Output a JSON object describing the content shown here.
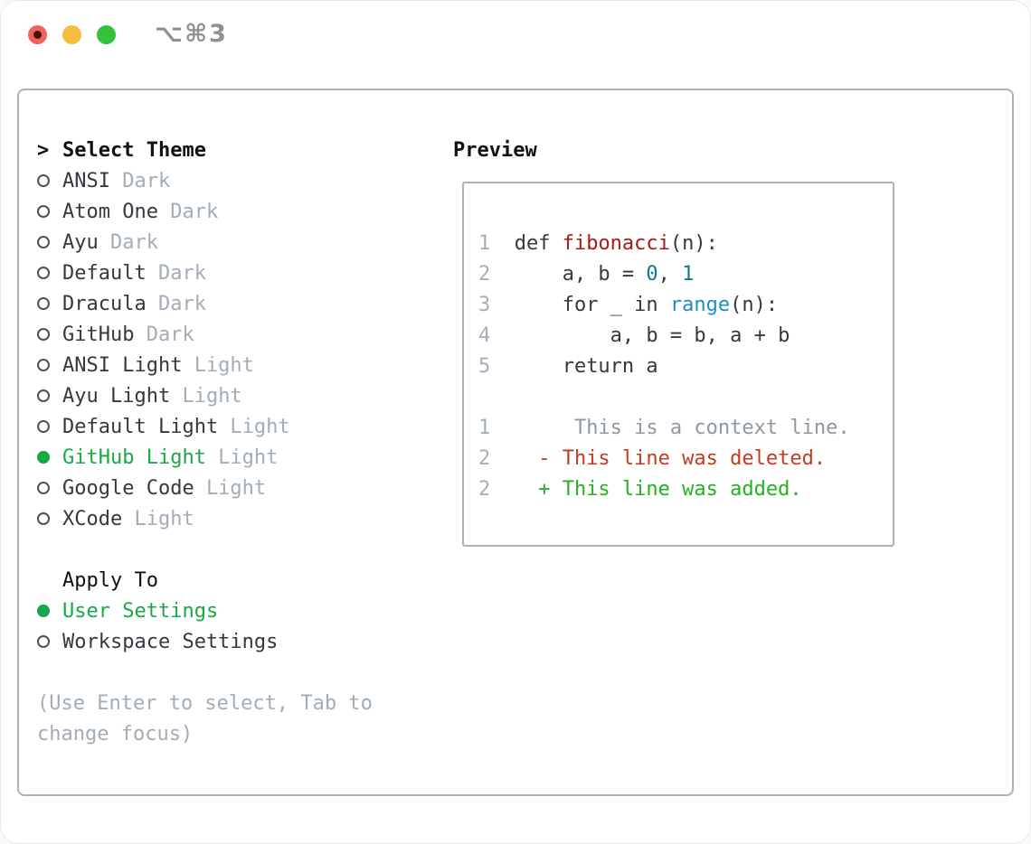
{
  "titlebar": {
    "title": "⌥⌘3",
    "traffic_lights": [
      {
        "name": "close-button",
        "color": "#f0635a"
      },
      {
        "name": "minimize-button",
        "color": "#f6bc3e"
      },
      {
        "name": "zoom-button",
        "color": "#33c13e"
      }
    ]
  },
  "panel": {
    "select_theme": {
      "marker": ">",
      "heading": "Select Theme",
      "themes": [
        {
          "name": "ANSI",
          "variant": "Dark",
          "selected": false
        },
        {
          "name": "Atom One",
          "variant": "Dark",
          "selected": false
        },
        {
          "name": "Ayu",
          "variant": "Dark",
          "selected": false
        },
        {
          "name": "Default",
          "variant": "Dark",
          "selected": false
        },
        {
          "name": "Dracula",
          "variant": "Dark",
          "selected": false
        },
        {
          "name": "GitHub",
          "variant": "Dark",
          "selected": false
        },
        {
          "name": "ANSI Light",
          "variant": "Light",
          "selected": false
        },
        {
          "name": "Ayu Light",
          "variant": "Light",
          "selected": false
        },
        {
          "name": "Default Light",
          "variant": "Light",
          "selected": false
        },
        {
          "name": "GitHub Light",
          "variant": "Light",
          "selected": true
        },
        {
          "name": "Google Code",
          "variant": "Light",
          "selected": false
        },
        {
          "name": "XCode",
          "variant": "Light",
          "selected": false
        }
      ]
    },
    "apply_to": {
      "heading": "Apply To",
      "options": [
        {
          "label": "User Settings",
          "selected": true
        },
        {
          "label": "Workspace Settings",
          "selected": false
        }
      ]
    },
    "hint_lines": [
      "(Use Enter to select, Tab to",
      "change focus)"
    ]
  },
  "preview": {
    "heading": "Preview",
    "code_lines": [
      {
        "num": "1",
        "segments": [
          {
            "text": "def ",
            "style": "code"
          },
          {
            "text": "fibonacci",
            "style": "function"
          },
          {
            "text": "(n):",
            "style": "code"
          }
        ]
      },
      {
        "num": "2",
        "segments": [
          {
            "text": "    a, b = ",
            "style": "code"
          },
          {
            "text": "0",
            "style": "number"
          },
          {
            "text": ", ",
            "style": "code"
          },
          {
            "text": "1",
            "style": "number"
          }
        ]
      },
      {
        "num": "3",
        "segments": [
          {
            "text": "    for _ in ",
            "style": "code"
          },
          {
            "text": "range",
            "style": "builtin"
          },
          {
            "text": "(n):",
            "style": "code"
          }
        ]
      },
      {
        "num": "4",
        "segments": [
          {
            "text": "        a, b = b, a + b",
            "style": "code"
          }
        ]
      },
      {
        "num": "5",
        "segments": [
          {
            "text": "    return a",
            "style": "code"
          }
        ]
      },
      {
        "num": "",
        "segments": []
      },
      {
        "num": "1",
        "segments": [
          {
            "text": "     This is a context line.",
            "style": "context"
          }
        ]
      },
      {
        "num": "2",
        "segments": [
          {
            "text": "  - This line was deleted.",
            "style": "deleted"
          }
        ]
      },
      {
        "num": "2",
        "segments": [
          {
            "text": "  + This line was added.",
            "style": "added"
          }
        ]
      }
    ]
  },
  "colors": {
    "accent_green": "#17a948",
    "code_default": "#33393f",
    "function_red": "#a31b1b",
    "number_teal": "#0a7b87",
    "builtin_blue": "#1d8cc9",
    "deleted_red": "#c43a22",
    "added_green": "#22b222",
    "context_gray": "#8f98a1",
    "line_number_gray": "#a3aeb9",
    "muted_gray": "#a3adb8",
    "border_gray": "#a9b2bd"
  }
}
